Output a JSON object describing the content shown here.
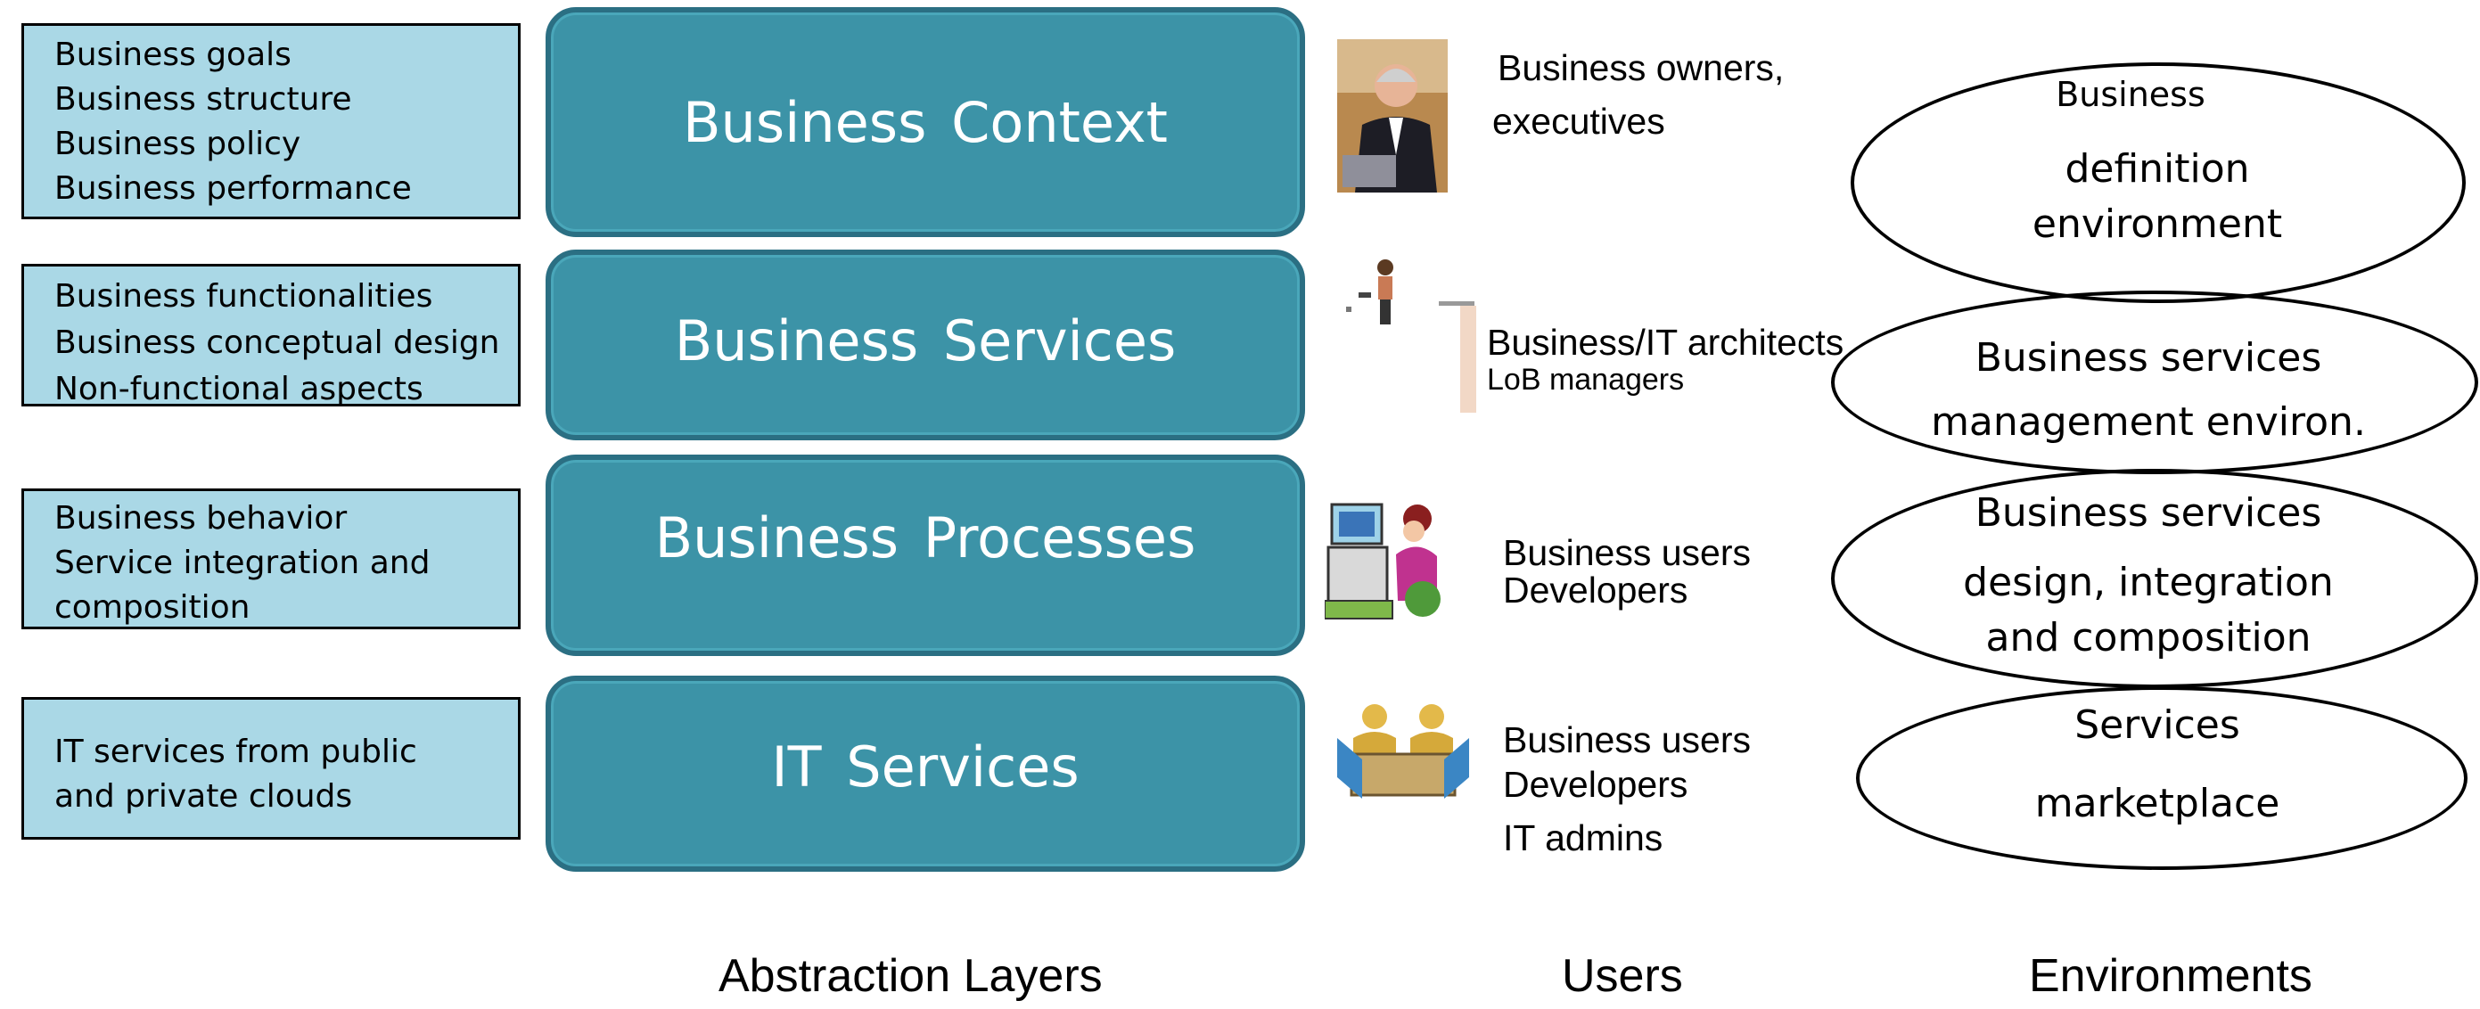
{
  "descriptors": [
    {
      "lines": [
        "Business goals",
        "Business structure",
        "Business policy",
        "Business performance"
      ]
    },
    {
      "lines": [
        "Business functionalities",
        "Business conceptual design",
        "Non-functional aspects"
      ]
    },
    {
      "lines": [
        "Business behavior",
        "Service integration and",
        "composition"
      ]
    },
    {
      "lines": [
        "IT services from public",
        "and private clouds"
      ]
    }
  ],
  "layers": [
    "Business Context",
    "Business  Services",
    "Business  Processes",
    "IT Services"
  ],
  "users": {
    "context": [
      "Business  owners,",
      "executives"
    ],
    "services": [
      "Business/IT  architects",
      "LoB managers"
    ],
    "processes": [
      "Business users",
      "Developers"
    ],
    "it": [
      "Business users",
      "Developers",
      "IT admins"
    ]
  },
  "environments": {
    "definition": [
      "Business",
      "definition",
      "environment"
    ],
    "management": [
      "Business services",
      "management environ."
    ],
    "design": [
      "Business services",
      "design,  integration",
      "and composition"
    ],
    "marketplace": [
      "Services",
      "marketplace"
    ]
  },
  "footer": {
    "layers": "Abstraction Layers",
    "users": "Users",
    "environments": "Environments"
  },
  "colors": {
    "layer_fill": "#3c93a7",
    "layer_border": "#2b6f83",
    "descriptor_fill": "#aad8e6"
  }
}
